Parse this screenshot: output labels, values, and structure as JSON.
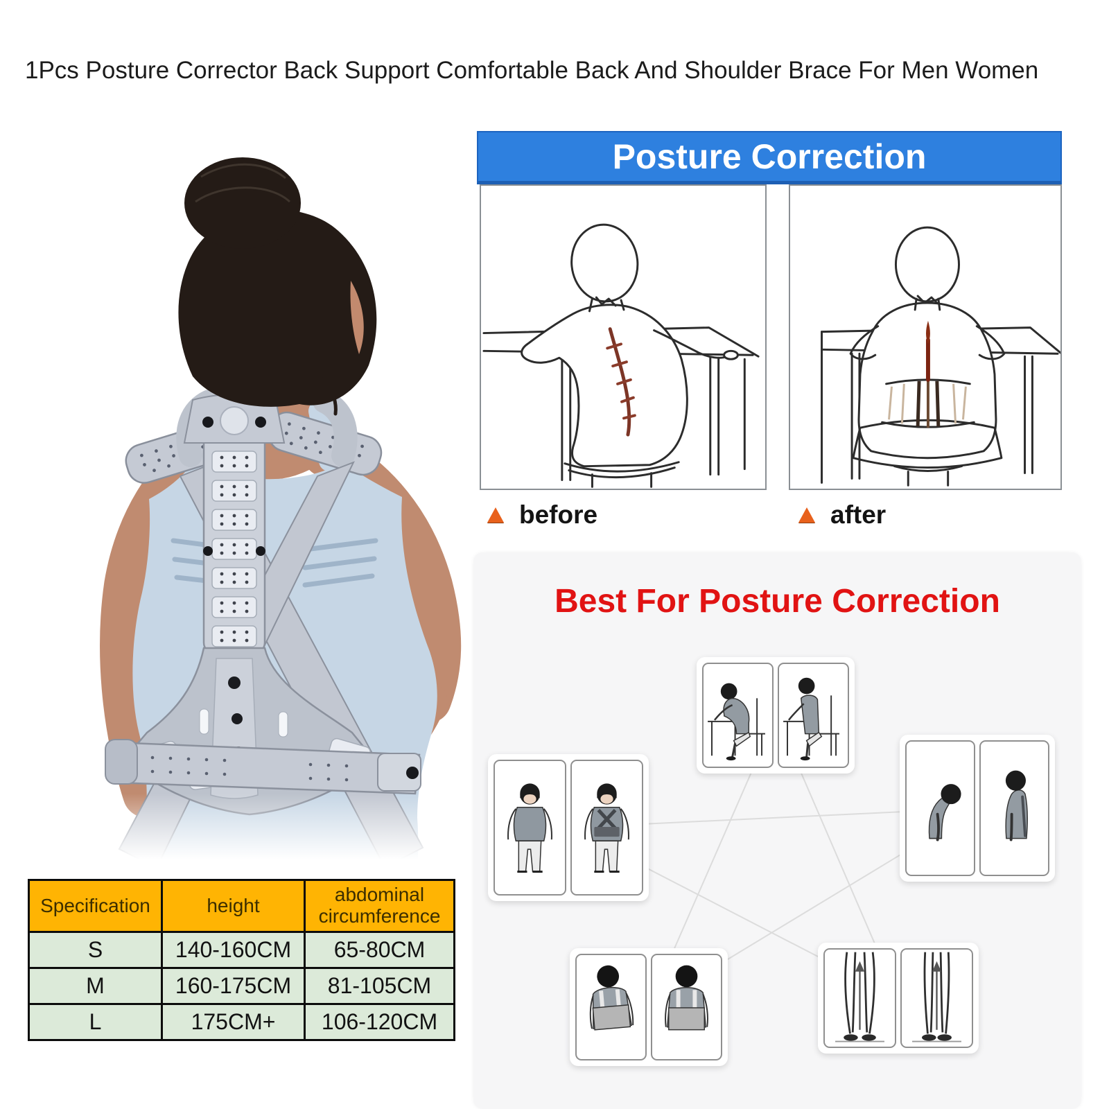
{
  "title": "1Pcs Posture Corrector Back Support Comfortable Back And Shoulder Brace For Men Women",
  "posture_section": {
    "heading": "Posture Correction",
    "before_label": "before",
    "after_label": "after"
  },
  "best_section": {
    "heading": "Best For Posture Correction"
  },
  "size_table": {
    "headers": [
      "Specification",
      "height",
      "abdominal circumference"
    ],
    "rows": [
      {
        "size": "S",
        "height": "140-160CM",
        "abdomen": "65-80CM"
      },
      {
        "size": "M",
        "height": "160-175CM",
        "abdomen": "81-105CM"
      },
      {
        "size": "L",
        "height": "175CM+",
        "abdomen": "106-120CM"
      }
    ]
  },
  "colors": {
    "banner_blue": "#2e80df",
    "banner_text": "#ffffff",
    "best_red": "#e11313",
    "marker_orange": "#e8611c",
    "table_header_bg": "#ffb403",
    "table_row_bg": "#dcead9",
    "spine_before": "#7c3526",
    "spine_after": "#7c2412"
  }
}
